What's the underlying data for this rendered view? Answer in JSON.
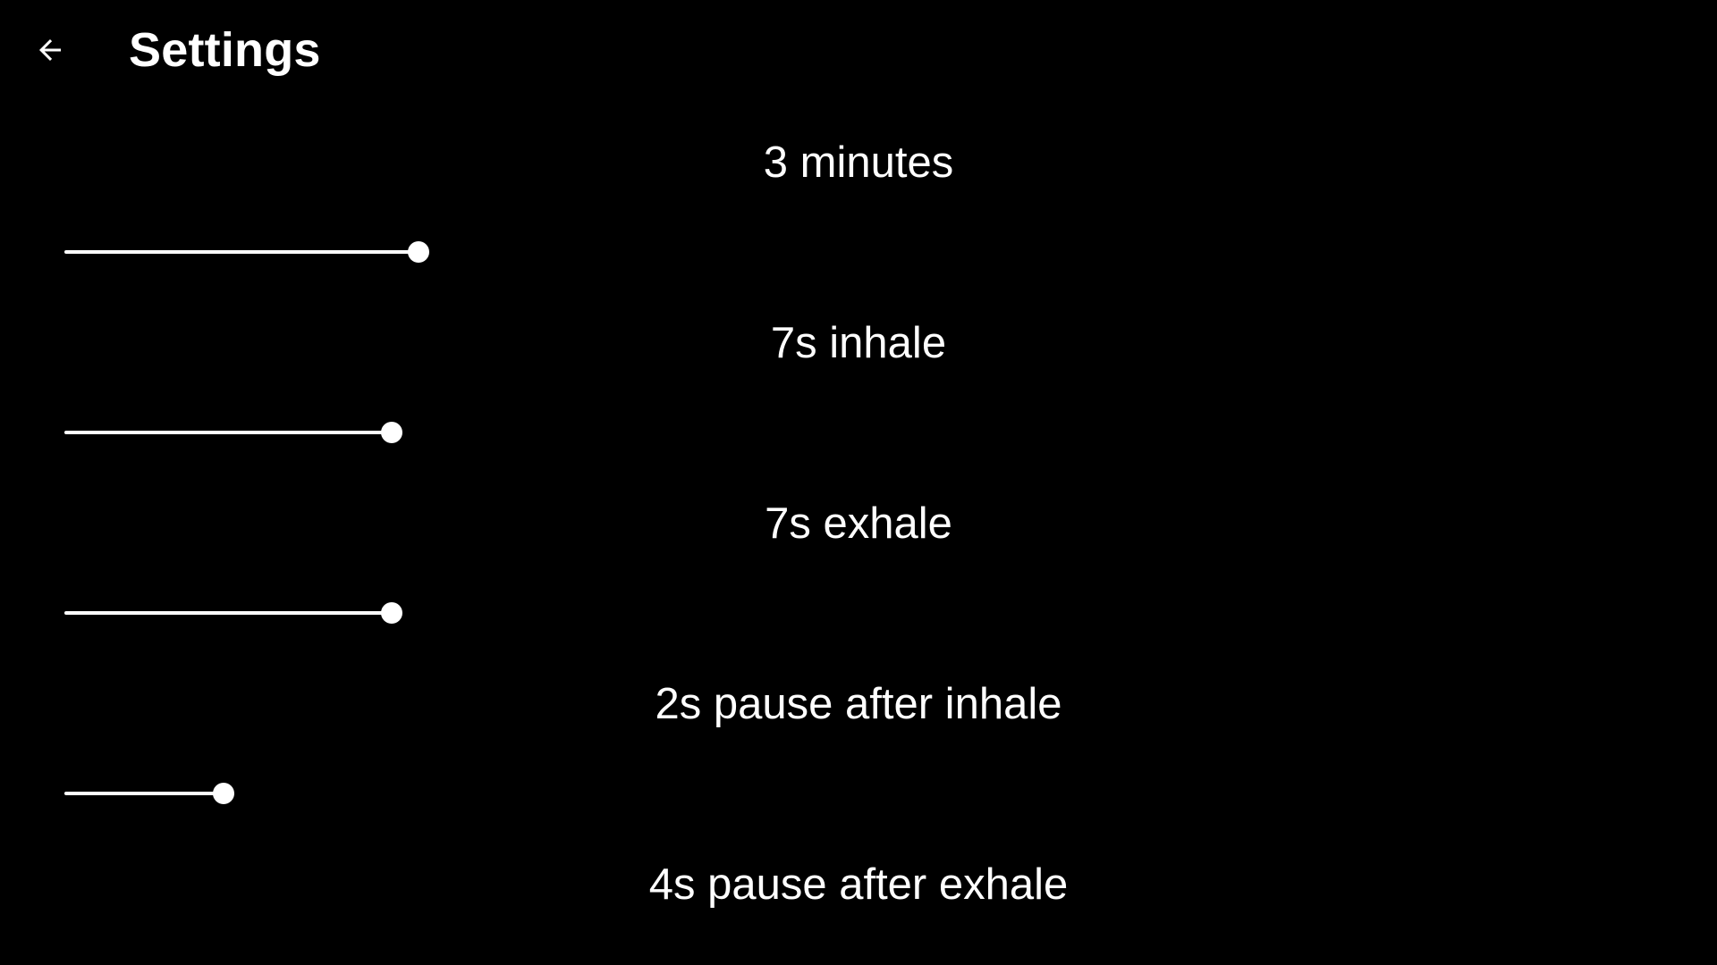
{
  "app_bar": {
    "title": "Settings",
    "back_icon": "arrow-left-icon"
  },
  "settings": [
    {
      "label": "3 minutes",
      "slider_value": 0.4
    },
    {
      "label": "7s inhale",
      "slider_value": 0.37
    },
    {
      "label": "7s exhale",
      "slider_value": 0.37
    },
    {
      "label": "2s pause after inhale",
      "slider_value": 0.18
    },
    {
      "label": "4s pause after exhale"
    }
  ],
  "colors": {
    "background": "#000000",
    "foreground": "#ffffff"
  }
}
